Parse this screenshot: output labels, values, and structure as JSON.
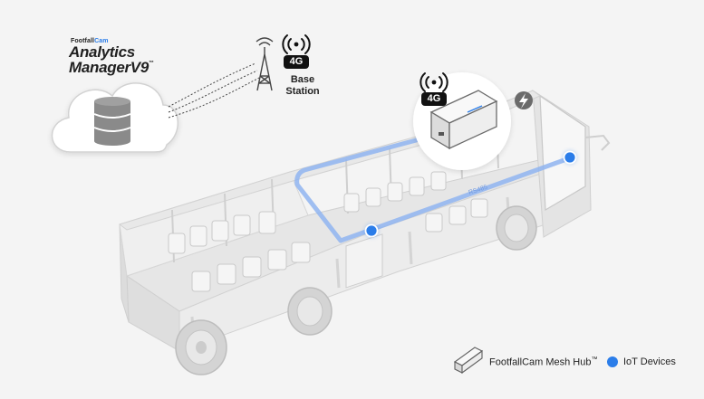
{
  "branding": {
    "small_brand_prefix": "Footfall",
    "small_brand_suffix": "Cam",
    "product_line1": "Analytics",
    "product_line2": "ManagerV9",
    "product_mark": "™"
  },
  "base_station": {
    "badge": "4G",
    "label_line1": "Base",
    "label_line2": "Station"
  },
  "hub": {
    "badge": "4G"
  },
  "bus": {
    "bus_label": "RS485"
  },
  "legend": {
    "hub_label": "FootfallCam Mesh Hub",
    "hub_mark": "™",
    "iot_label": "IoT Devices"
  },
  "colors": {
    "background": "#f4f4f4",
    "cable_blue": "#8fb4f0",
    "device_blue": "#2b7de9",
    "badge_black": "#111111",
    "cloud_fill": "#ffffff",
    "bus_body": "#e9e9e9"
  }
}
